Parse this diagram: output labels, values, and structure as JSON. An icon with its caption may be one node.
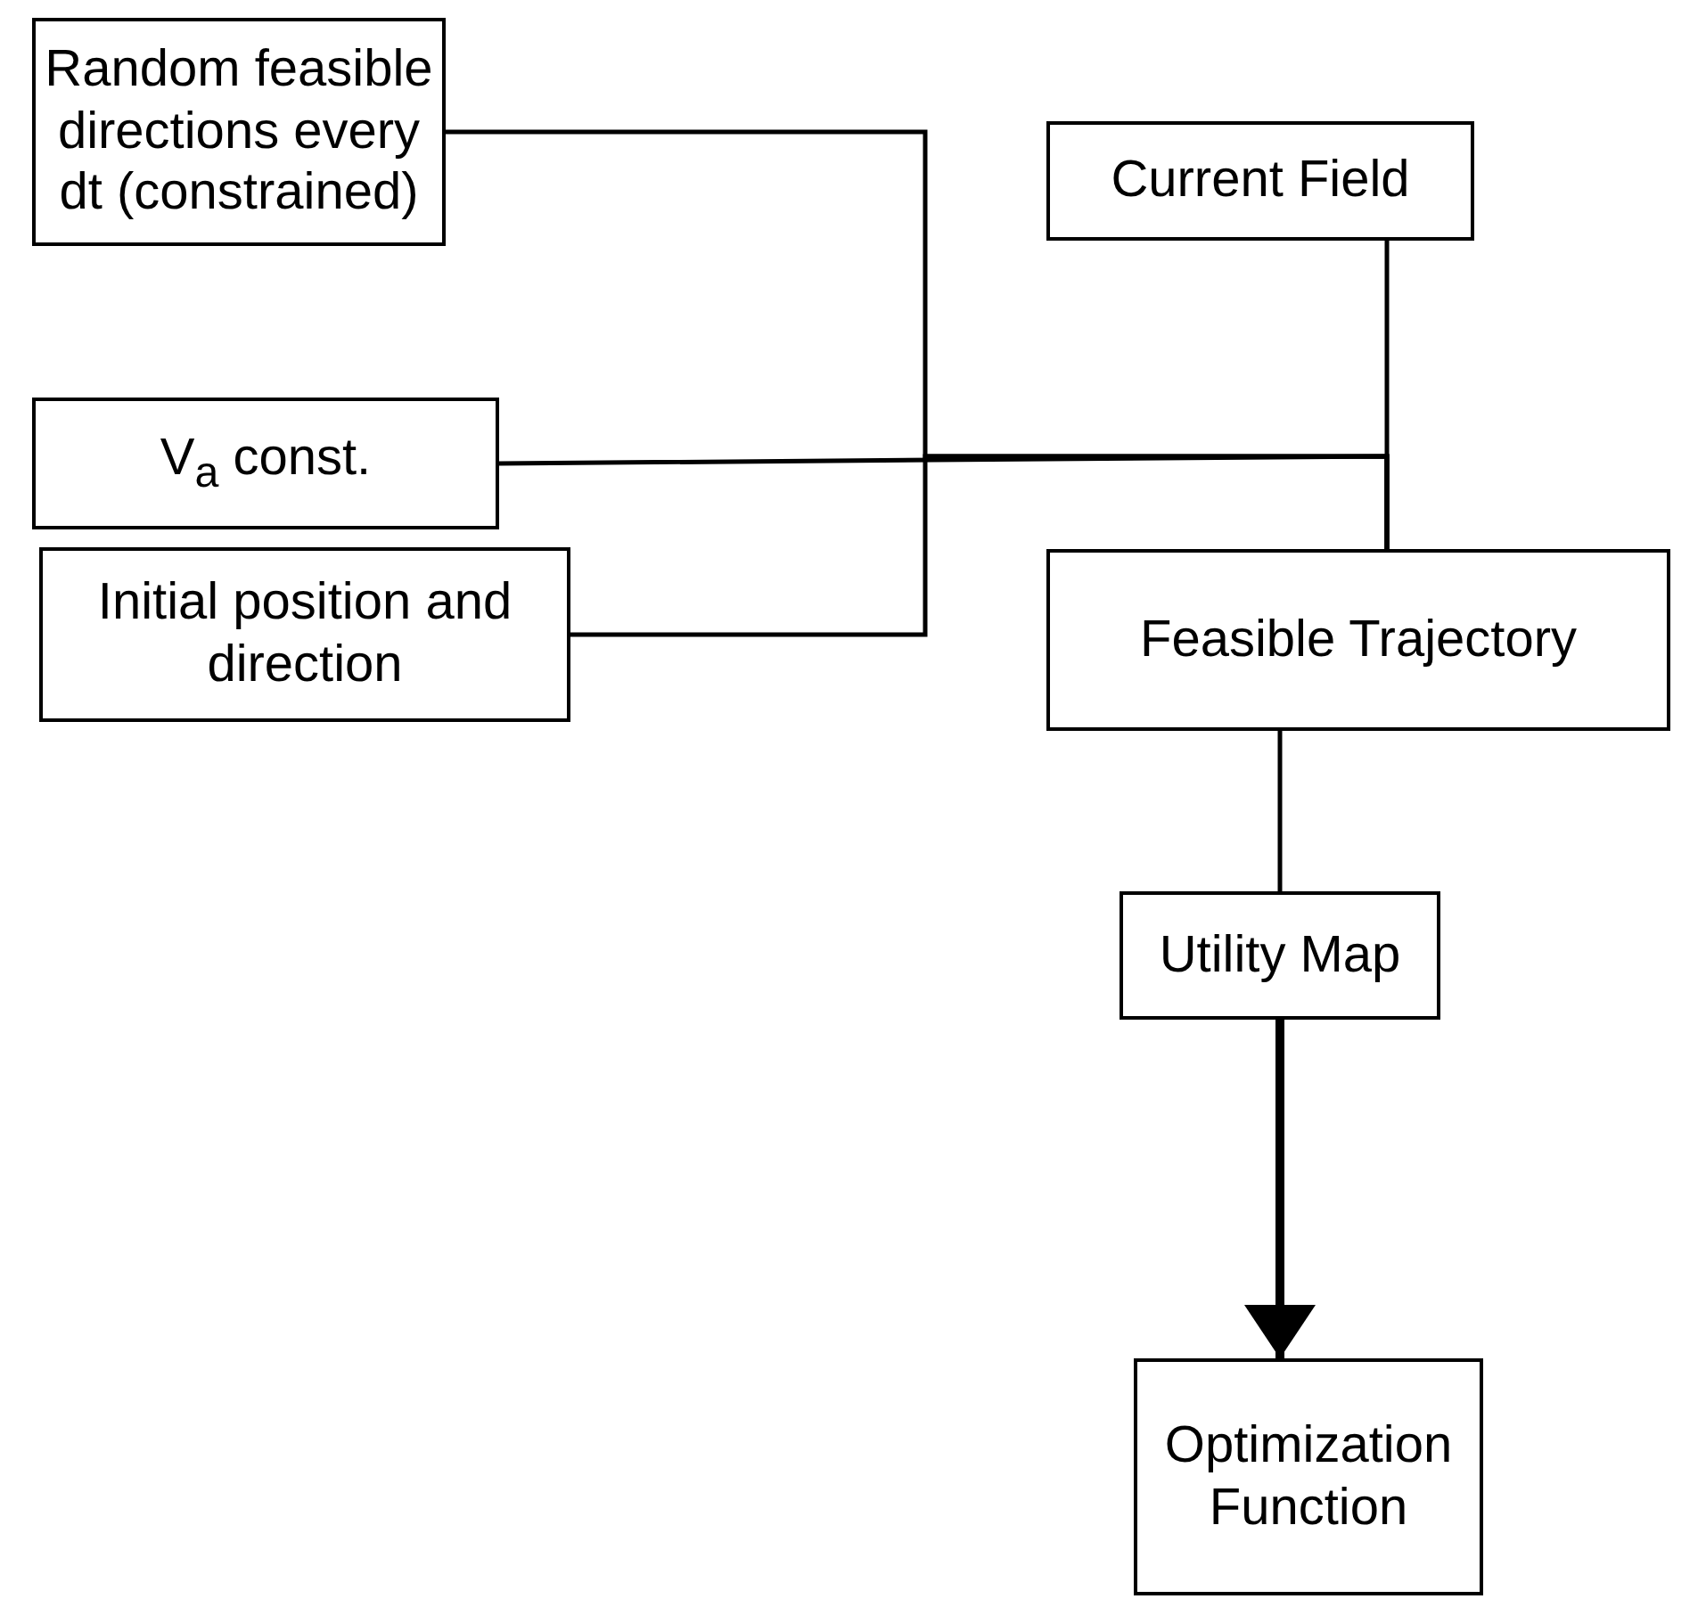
{
  "diagram": {
    "nodes": [
      {
        "text": [
          "Random feasible directions every dt (constrained)"
        ]
      },
      {
        "text": [
          "Current Field"
        ]
      },
      {
        "text": [
          "V$_{a}$ const."
        ]
      },
      {
        "text": [
          "Initial position and direction"
        ]
      },
      {
        "text": [
          "Feasible Trajectory"
        ]
      },
      {
        "text": [
          "Utility Map"
        ]
      },
      {
        "text": [
          "Optimization Function"
        ]
      }
    ],
    "edges": [
      {
        "from": 0,
        "to": 4,
        "arrow": "none"
      },
      {
        "from": 1,
        "to": 4,
        "arrow": "none"
      },
      {
        "from": 2,
        "to": 4,
        "arrow": "none"
      },
      {
        "from": 3,
        "to": 4,
        "arrow": "none"
      },
      {
        "from": 4,
        "to": 5,
        "arrow": "none"
      },
      {
        "from": 5,
        "to": 6,
        "arrow": "to",
        "style": "thick"
      }
    ]
  }
}
